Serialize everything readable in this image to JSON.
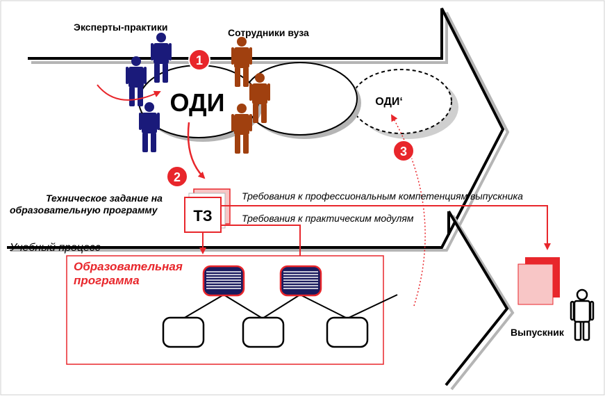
{
  "labels": {
    "experts": "Эксперты-практики",
    "staff": "Сотрудники вуза",
    "odi_main": "ОДИ",
    "odi_prime": "ОДИ‘",
    "tz_title_line1": "Техническое задание на",
    "tz_title_line2": "образовательную программу",
    "tz_box": "ТЗ",
    "req_professional": "Требования к профессиональным компетенциям выпускника",
    "req_practical": "Требования к практическим модулям",
    "learning_process": "Учебный процесс",
    "program_line1": "Образовательная",
    "program_line2": "программа",
    "graduate": "Выпускник"
  },
  "badges": [
    "1",
    "2",
    "3"
  ],
  "colors": {
    "accent_red": "#e8262b",
    "expert_blue": "#1a1a7a",
    "staff_brown": "#a0400f",
    "shadow_gray": "#b5b5b5",
    "tz_pink": "#f8c6c6"
  },
  "icons": {
    "expert": "person-icon",
    "staff": "person-icon",
    "graduate": "person-icon"
  }
}
